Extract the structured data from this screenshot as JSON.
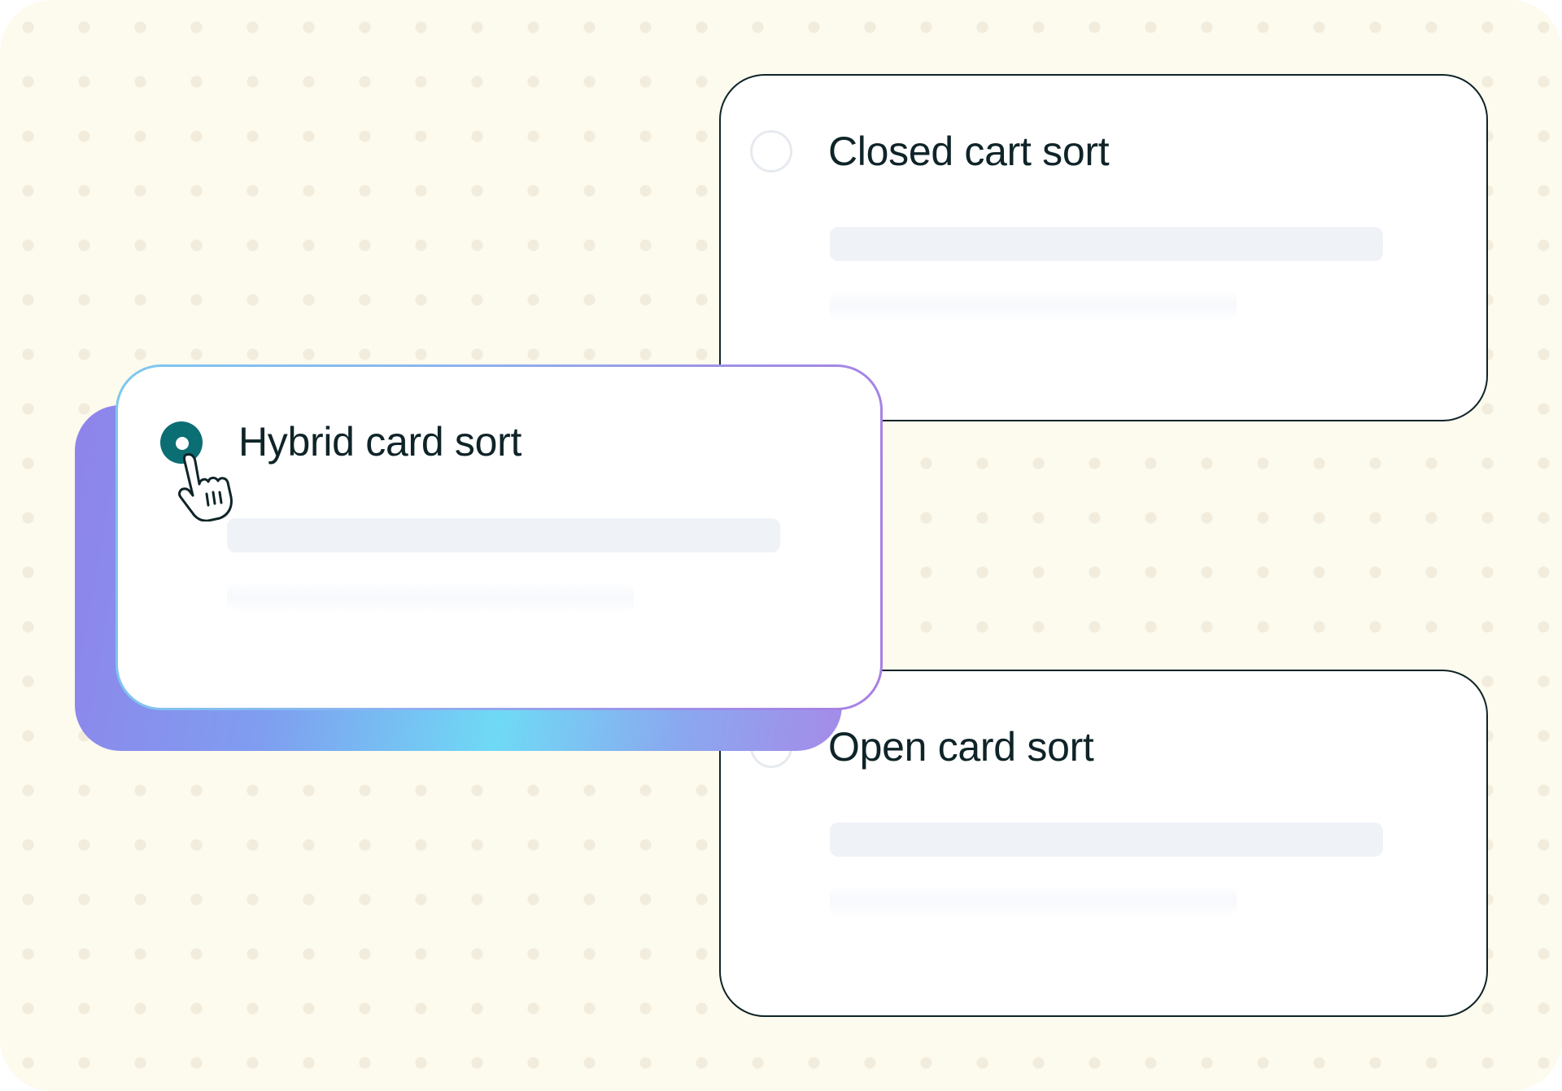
{
  "options": [
    {
      "label": "Closed cart sort",
      "selected": false
    },
    {
      "label": "Hybrid card sort",
      "selected": true
    },
    {
      "label": "Open card sort",
      "selected": false
    }
  ],
  "colors": {
    "background": "#fdfaee",
    "card_border": "#0f2428",
    "radio_selected": "#0b6e73",
    "radio_unselected": "#e6eaef",
    "placeholder_bar": "#eff3f8"
  },
  "icons": {
    "cursor": "hand-pointer-icon"
  }
}
